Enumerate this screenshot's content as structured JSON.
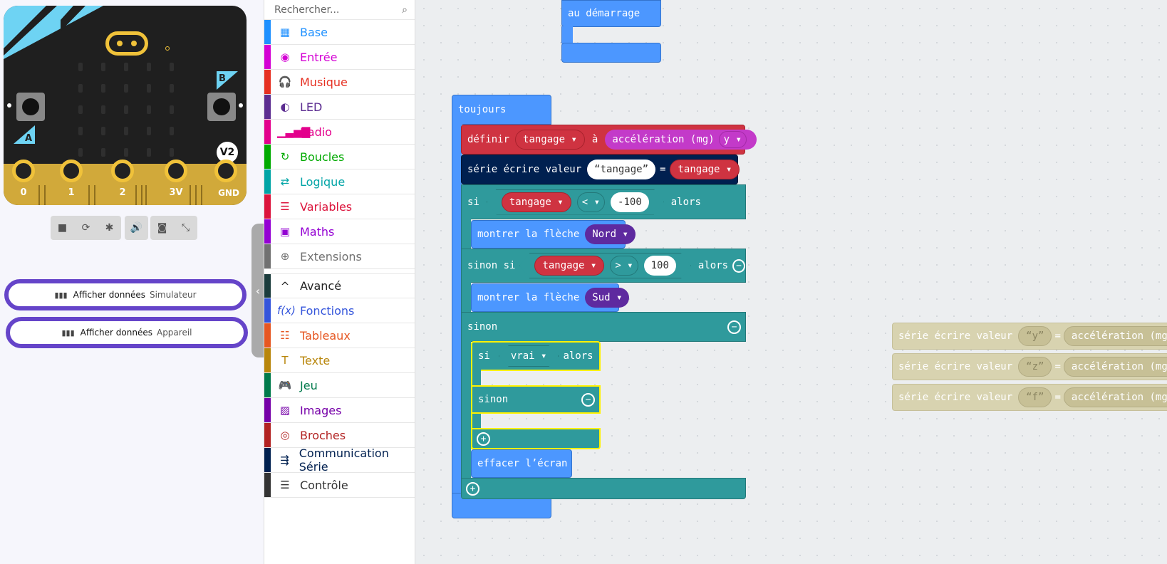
{
  "simulator": {
    "pins": [
      "0",
      "1",
      "2",
      "3V",
      "GND"
    ],
    "button_a": "A",
    "button_b": "B",
    "version_badge": "V2",
    "controls": [
      "stop-icon",
      "restart-icon",
      "debug-icon",
      "sound-icon",
      "screenshot-icon",
      "fullscreen-icon"
    ],
    "show_data_sim": {
      "label": "Afficher données",
      "sub": "Simulateur"
    },
    "show_data_device": {
      "label": "Afficher données",
      "sub": "Appareil"
    }
  },
  "toolbox": {
    "search_placeholder": "Rechercher...",
    "categories": [
      {
        "label": "Base",
        "color": "#1e90ff",
        "icon": "grid-icon"
      },
      {
        "label": "Entrée",
        "color": "#d400d4",
        "icon": "input-icon"
      },
      {
        "label": "Musique",
        "color": "#e63022",
        "icon": "headphones-icon"
      },
      {
        "label": "LED",
        "color": "#5c2d91",
        "icon": "toggle-icon"
      },
      {
        "label": "Radio",
        "color": "#e3008c",
        "icon": "signal-icon"
      },
      {
        "label": "Boucles",
        "color": "#00aa00",
        "icon": "loop-icon"
      },
      {
        "label": "Logique",
        "color": "#00a4a6",
        "icon": "shuffle-icon"
      },
      {
        "label": "Variables",
        "color": "#dc143c",
        "icon": "list-icon"
      },
      {
        "label": "Maths",
        "color": "#9400d3",
        "icon": "calculator-icon"
      },
      {
        "label": "Extensions",
        "color": "#717171",
        "icon": "plus-circle-icon"
      }
    ],
    "advanced_label": "Avancé",
    "advanced": [
      {
        "label": "Fonctions",
        "color": "#3455db",
        "icon": "function-icon"
      },
      {
        "label": "Tableaux",
        "color": "#e65722",
        "icon": "array-icon"
      },
      {
        "label": "Texte",
        "color": "#b8860b",
        "icon": "text-icon"
      },
      {
        "label": "Jeu",
        "color": "#007a4b",
        "icon": "gamepad-icon"
      },
      {
        "label": "Images",
        "color": "#7600a8",
        "icon": "image-icon"
      },
      {
        "label": "Broches",
        "color": "#b22222",
        "icon": "pin-icon"
      },
      {
        "label": "Communication Série",
        "color": "#002050",
        "icon": "usb-icon"
      },
      {
        "label": "Contrôle",
        "color": "#333333",
        "icon": "server-icon"
      }
    ]
  },
  "workspace": {
    "on_start": "au démarrage",
    "forever": "toujours",
    "set_block": {
      "label": "définir",
      "var": "tangage",
      "to": "à",
      "sensor": "accélération (mg)",
      "axis": "y"
    },
    "serial_block": {
      "label": "série écrire valeur",
      "name": "tangage",
      "eq": "=",
      "var": "tangage"
    },
    "if_block": {
      "if": "si",
      "var": "tangage",
      "op": "<",
      "value": "-100",
      "then": "alors"
    },
    "arrow_north": {
      "label": "montrer la flèche",
      "dir": "Nord"
    },
    "elseif_block": {
      "label": "sinon si",
      "var": "tangage",
      "op": ">",
      "value": "100",
      "then": "alors"
    },
    "arrow_south": {
      "label": "montrer la flèche",
      "dir": "Sud"
    },
    "else_label": "sinon",
    "inner_if": {
      "if": "si",
      "cond": "vrai",
      "then": "alors",
      "else": "sinon"
    },
    "clear_screen": "effacer l’écran",
    "ghost_blocks": [
      {
        "label": "série écrire valeur",
        "name": "y",
        "eq": "=",
        "sensor": "accélération (mg)"
      },
      {
        "label": "série écrire valeur",
        "name": "z",
        "eq": "=",
        "sensor": "accélération (mg)"
      },
      {
        "label": "série écrire valeur",
        "name": "f",
        "eq": "=",
        "sensor": "accélération (mg)"
      }
    ]
  }
}
